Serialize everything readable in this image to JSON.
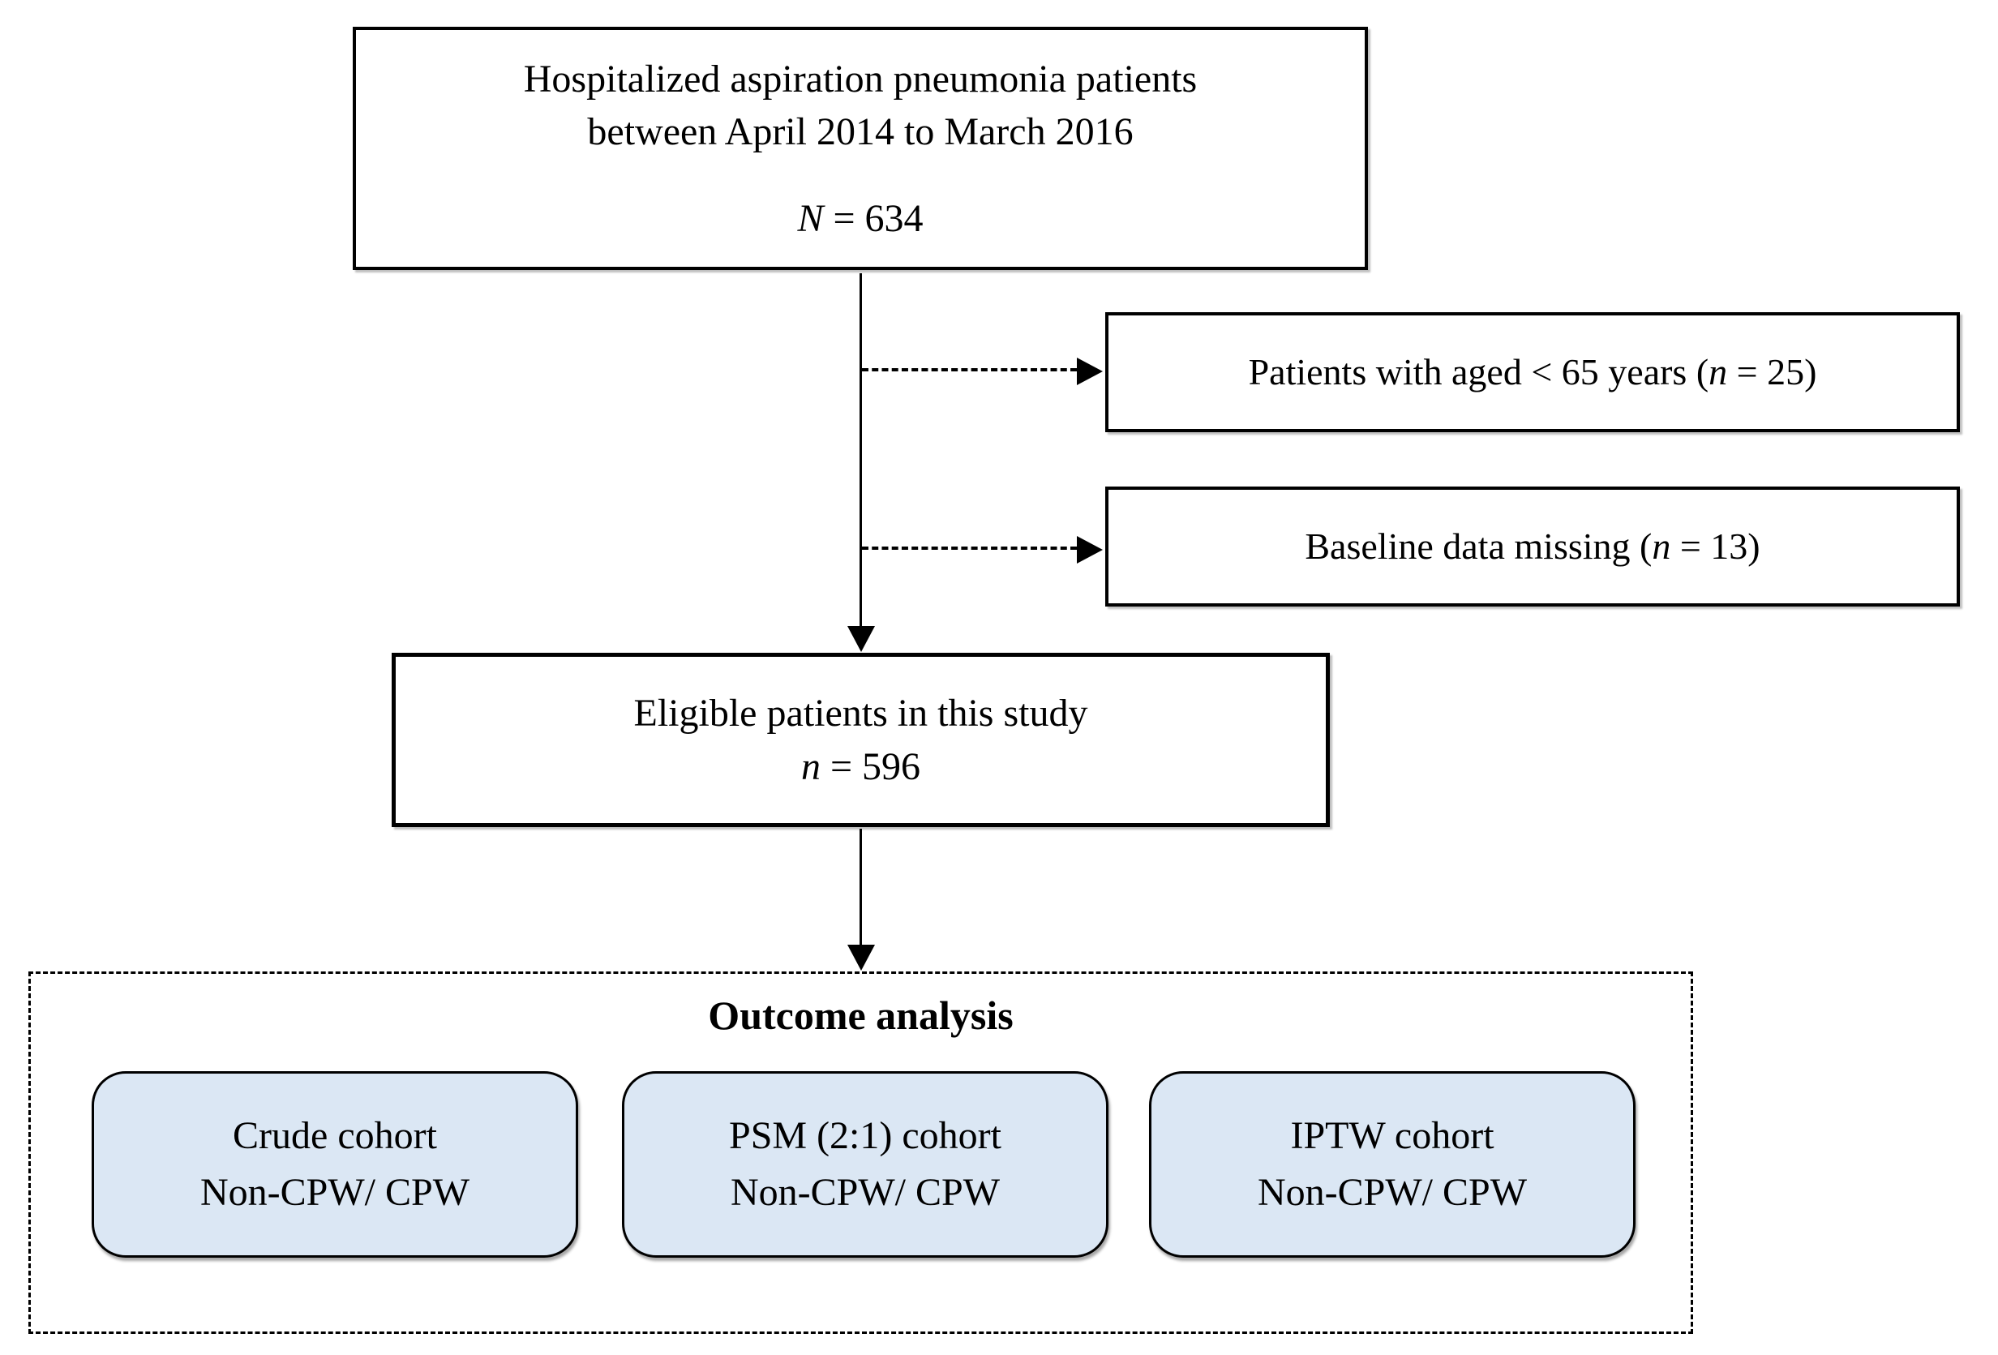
{
  "diagram": {
    "top_box": {
      "line1": "Hospitalized aspiration pneumonia patients",
      "line2": "between April 2014 to March 2016",
      "count_var": "N",
      "count_rest": " = 634"
    },
    "exclusions": [
      {
        "text_before": "Patients with aged < 65 years (",
        "var": "n",
        "text_after": " = 25)"
      },
      {
        "text_before": "Baseline data missing (",
        "var": "n",
        "text_after": " = 13)"
      }
    ],
    "eligible_box": {
      "line1": "Eligible patients in this study",
      "count_var": "n",
      "count_rest": " = 596"
    },
    "outcome": {
      "title": "Outcome analysis",
      "cohorts": [
        {
          "line1": "Crude cohort",
          "line2": "Non-CPW/ CPW"
        },
        {
          "line1": "PSM (2:1) cohort",
          "line2": "Non-CPW/ CPW"
        },
        {
          "line1": "IPTW cohort",
          "line2": "Non-CPW/ CPW"
        }
      ]
    },
    "colors": {
      "cohort_fill": "#dbe7f4",
      "line": "#000000",
      "background": "#ffffff"
    }
  }
}
